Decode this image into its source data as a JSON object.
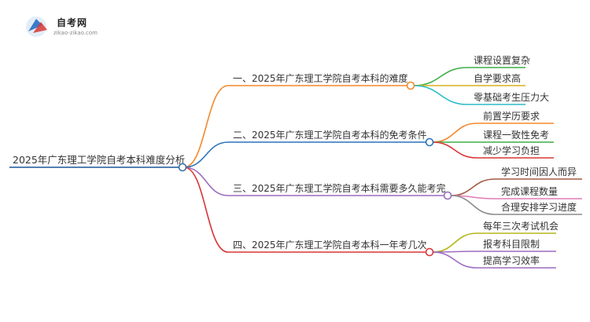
{
  "logo": {
    "brand": "自考网",
    "url": "zikao-zikao.com"
  },
  "root": {
    "label": "2025年广东理工学院自考本科难度分析",
    "color": "#3a6ea5"
  },
  "branches": [
    {
      "label": "一、2025年广东理工学院自考本科的难度",
      "color": "#f4892b",
      "children": [
        {
          "label": "课程设置复杂",
          "color": "#3fae49"
        },
        {
          "label": "自学要求高",
          "color": "#d8b11a"
        },
        {
          "label": "零基础考生压力大",
          "color": "#2bbcc9"
        }
      ]
    },
    {
      "label": "二、2025年广东理工学院自考本科的免考条件",
      "color": "#2b74b8",
      "children": [
        {
          "label": "前置学历要求",
          "color": "#f4892b"
        },
        {
          "label": "课程一致性免考",
          "color": "#3fae49"
        },
        {
          "label": "减少学习负担",
          "color": "#d93636"
        }
      ]
    },
    {
      "label": "三、2025年广东理工学院自考本科需要多久能考完",
      "color": "#9b6cc0",
      "children": [
        {
          "label": "学习时间因人而异",
          "color": "#a15c45"
        },
        {
          "label": "完成课程数量",
          "color": "#e07bb5"
        },
        {
          "label": "合理安排学习进度",
          "color": "#8c8c8c"
        }
      ]
    },
    {
      "label": "四、2025年广东理工学院自考本科一年考几次",
      "color": "#d93636",
      "children": [
        {
          "label": "每年三次考试机会",
          "color": "#b5b51a"
        },
        {
          "label": "报考科目限制",
          "color": "#9b6cc0"
        },
        {
          "label": "提高学习效率",
          "color": "#9b6cc0"
        }
      ]
    }
  ]
}
